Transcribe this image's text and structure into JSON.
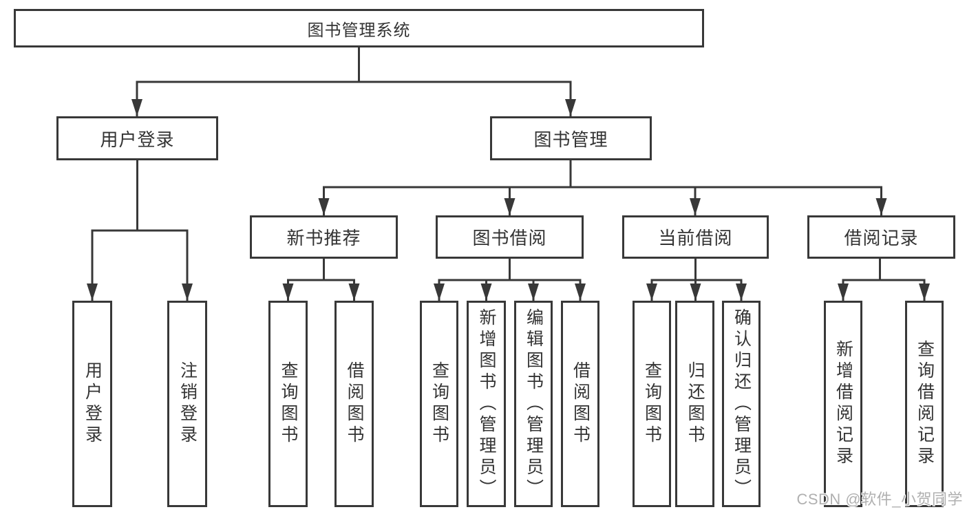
{
  "root": {
    "label": "图书管理系统"
  },
  "branches": [
    {
      "label": "用户登录",
      "children": [
        {
          "label": "用户登录"
        },
        {
          "label": "注销登录"
        }
      ]
    },
    {
      "label": "图书管理",
      "children": [
        {
          "label": "新书推荐",
          "children": [
            {
              "label": "查询图书"
            },
            {
              "label": "借阅图书"
            }
          ]
        },
        {
          "label": "图书借阅",
          "children": [
            {
              "label": "查询图书"
            },
            {
              "label": "新增图书（管理员）"
            },
            {
              "label": "编辑图书（管理员）"
            },
            {
              "label": "借阅图书"
            }
          ]
        },
        {
          "label": "当前借阅",
          "children": [
            {
              "label": "查询图书"
            },
            {
              "label": "归还图书"
            },
            {
              "label": "确认归还（管理员）"
            }
          ]
        },
        {
          "label": "借阅记录",
          "children": [
            {
              "label": "新增借阅记录"
            },
            {
              "label": "查询借阅记录"
            }
          ]
        }
      ]
    }
  ],
  "watermark": {
    "label": "CSDN @软件_小贺同学"
  },
  "colors": {
    "line": "#383838",
    "text": "#333333",
    "watermark": "#b0b0b0",
    "background": "#ffffff"
  }
}
